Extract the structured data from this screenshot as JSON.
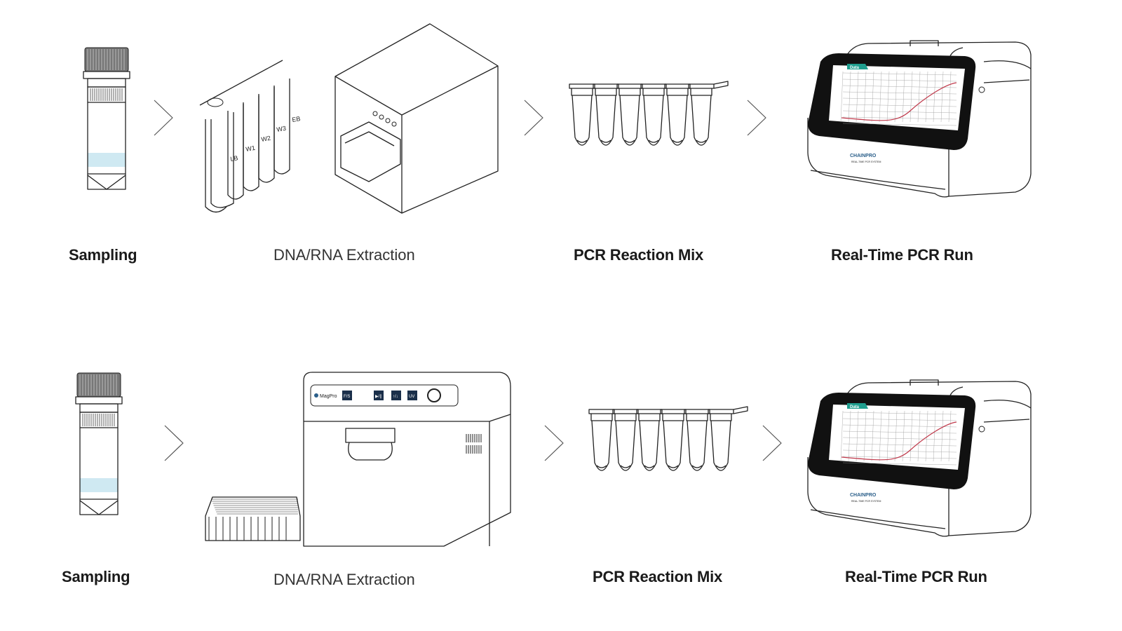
{
  "rows": [
    {
      "steps": [
        {
          "label": "Sampling",
          "bold": true
        },
        {
          "label": "DNA/RNA Extraction",
          "bold": false
        },
        {
          "label": "PCR Reaction Mix",
          "bold": true
        },
        {
          "label": "Real-Time PCR Run",
          "bold": true
        }
      ]
    },
    {
      "steps": [
        {
          "label": "Sampling",
          "bold": true
        },
        {
          "label": "DNA/RNA Extraction",
          "bold": false
        },
        {
          "label": "PCR Reaction Mix",
          "bold": true
        },
        {
          "label": "Real-Time PCR Run",
          "bold": true
        }
      ]
    }
  ],
  "cartridge_wells": [
    "LB",
    "W1",
    "W2",
    "W3",
    "EB"
  ],
  "pcr_instrument": {
    "brand": "CHAINPRO",
    "subtitle": "REAL-TIME PCR SYSTEM",
    "screen_tab": "Data"
  },
  "extractor": {
    "brand": "MagPro",
    "buttons": [
      "F/S",
      "▶/∥",
      "↑/↓",
      "UV"
    ]
  },
  "colors": {
    "liquid": "#cfe9f2",
    "screen_accent": "#1f9e8e",
    "curve": "#c0394b",
    "line": "#222222"
  },
  "icons": [
    "chevron-right-icon",
    "power-icon"
  ]
}
